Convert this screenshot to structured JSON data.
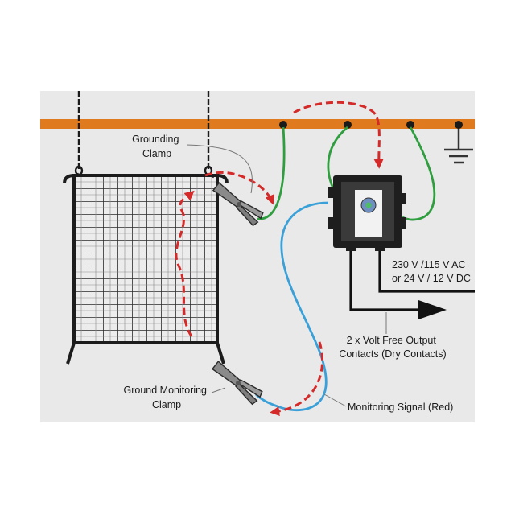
{
  "labels": {
    "grounding_clamp_line1": "Grounding",
    "grounding_clamp_line2": "Clamp",
    "monitoring_clamp_line1": "Ground Monitoring",
    "monitoring_clamp_line2": "Clamp",
    "supply_line1": "230 V /115 V AC",
    "supply_line2": "or 24 V / 12 V DC",
    "output_line1": "2 x Volt Free Output",
    "output_line2": "Contacts (Dry Contacts)",
    "signal_label": "Monitoring Signal (Red)"
  },
  "colors": {
    "background_panel": "#e9e9e9",
    "ground_bar": "#e07a1e",
    "green_wire": "#2f9e3f",
    "blue_wire": "#3aa0d8",
    "signal_arrow": "#d42a2a",
    "drum": "#1c1c1c",
    "clamp": "#8a8a8a",
    "monitor_box": "#1e1e1e"
  },
  "icons": [
    "ground-symbol-icon",
    "status-indicator-icon",
    "output-arrow-icon"
  ]
}
